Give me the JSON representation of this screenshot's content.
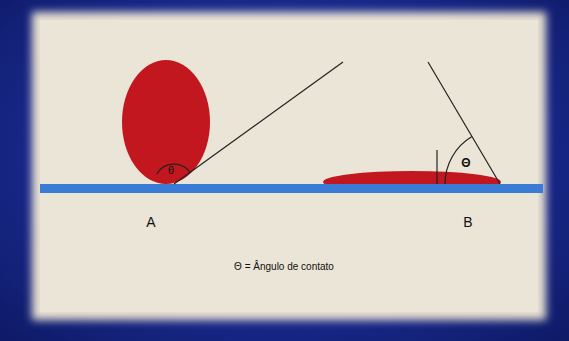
{
  "diagram": {
    "labels": [
      "θ",
      "Θ",
      "A",
      "B",
      "Θ = Ângulo de contato"
    ]
  }
}
